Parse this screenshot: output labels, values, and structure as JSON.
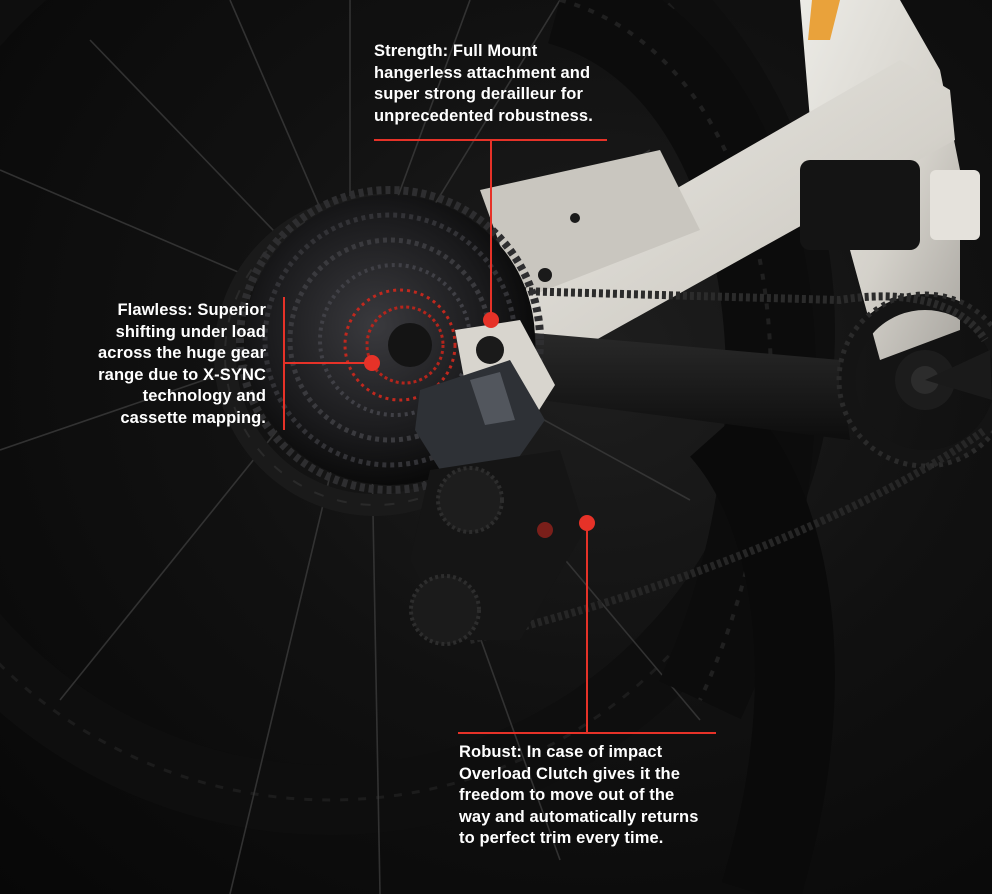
{
  "image": {
    "subject": "rear-derailleur-detail-photo",
    "background_color": "#0b0b0b",
    "accent_color": "#e63228",
    "frame_color": "#d9d6cf"
  },
  "callouts": {
    "strength": {
      "label": "Strength: Full Mount\nhangerless attachment and\nsuper strong derailleur for\nunprecedented robustness."
    },
    "flawless": {
      "label": "Flawless: Superior\nshifting under load\nacross the huge gear\nrange due to X-SYNC\ntechnology and\ncassette mapping."
    },
    "robust": {
      "label": "Robust: In case of impact\nOverload Clutch gives it the\nfreedom to move out of the\nway and automatically returns\nto perfect trim every time."
    }
  }
}
